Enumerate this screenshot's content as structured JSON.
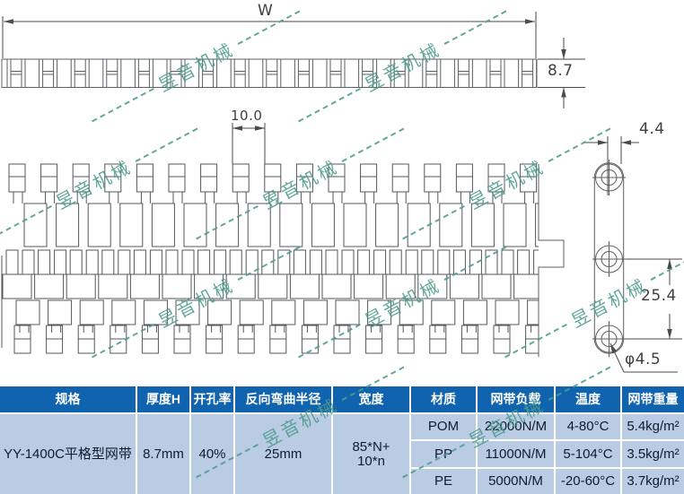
{
  "drawing": {
    "dimensions": {
      "width_label": "W",
      "thickness": "8.7",
      "pitch": "10.0",
      "plate_thickness": "4.4",
      "hole_spacing": "25.4",
      "hole_diameter": "φ4.5"
    }
  },
  "watermark": {
    "text": "昱音机械"
  },
  "table": {
    "headers": [
      "规格",
      "厚度H",
      "开孔率",
      "反向弯曲半径",
      "宽度",
      "材质",
      "网带负载",
      "温度",
      "网带重量"
    ],
    "spec": "YY-1400C平格型网带",
    "thickness": "8.7mm",
    "open_area": "40%",
    "reverse_bend_radius": "25mm",
    "belt_width_line1": "85*N+",
    "belt_width_line2": "10*n",
    "materials": [
      {
        "name": "POM",
        "load": "22000N/M",
        "temp": "4-80°C",
        "weight": "5.4kg/m²"
      },
      {
        "name": "PP",
        "load": "11000N/M",
        "temp": "5-104°C",
        "weight": "3.5kg/m²"
      },
      {
        "name": "PE",
        "load": "5000N/M",
        "temp": "-20-60°C",
        "weight": "3.7kg/m²"
      }
    ],
    "colors": {
      "header_bg": "#1063ae",
      "body_bg": "#b9cce4"
    }
  }
}
